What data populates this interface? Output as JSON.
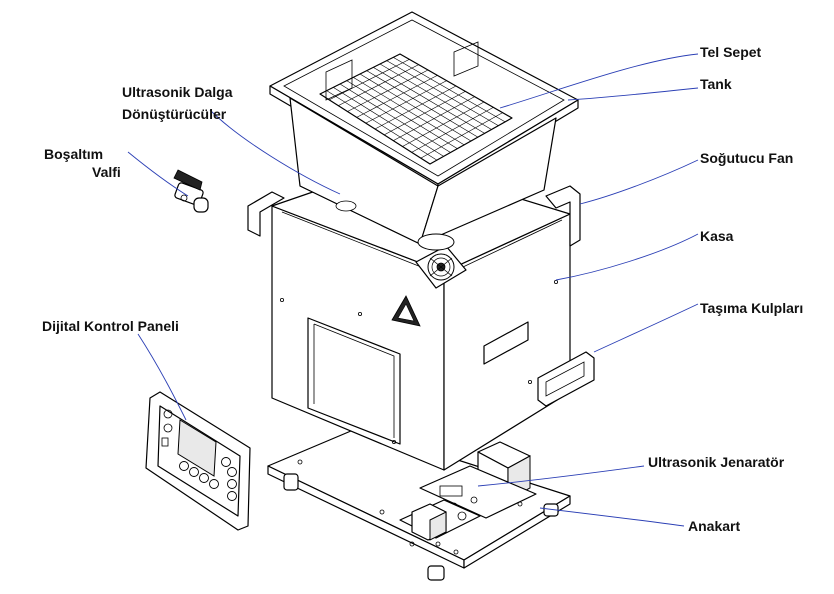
{
  "labels": {
    "tel_sepet": "Tel Sepet",
    "tank": "Tank",
    "ultrasonik_dalga_1": "Ultrasonik Dalga",
    "ultrasonik_dalga_2": "Dönüştürücüler",
    "bosaltim_1": "Boşaltım",
    "bosaltim_2": "Valfi",
    "sogutucu_fan": "Soğutucu Fan",
    "kasa": "Kasa",
    "tasima_kulplari": "Taşıma Kulpları",
    "dijital_kontrol_paneli": "Dijital Kontrol Paneli",
    "ultrasonik_jenerator": "Ultrasonik Jenaratör",
    "anakart": "Anakart"
  },
  "colors": {
    "leader_line": "#2b3fb5",
    "outline": "#000000"
  }
}
